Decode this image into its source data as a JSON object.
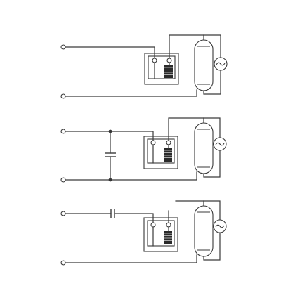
{
  "diagram": {
    "background": "#ffffff",
    "line_color": "#3a3a3a",
    "circuits": [
      {
        "id": "circuit-1",
        "variant": "basic"
      },
      {
        "id": "circuit-2",
        "variant": "parallel-capacitor"
      },
      {
        "id": "circuit-3",
        "variant": "series-capacitor"
      }
    ],
    "icons": [
      "ac-source-icon",
      "starter-coil-icon",
      "fluorescent-tube-icon",
      "capacitor-icon",
      "terminal-icon"
    ]
  }
}
